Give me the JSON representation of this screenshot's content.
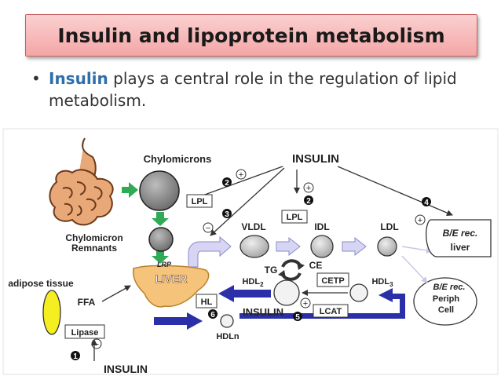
{
  "title": "Insulin and lipoprotein metabolism",
  "bullet": {
    "keyword": "Insulin",
    "rest": " plays a central role in the regulation of lipid metabolism."
  },
  "diagram": {
    "insulin_top": "INSULIN",
    "insulin_bottom": "INSULIN",
    "insulin_mid": "INSULIN",
    "chylomicrons": "Chylomicrons",
    "chylo_remnants_1": "Chylomicron",
    "chylo_remnants_2": "Remnants",
    "lrp": "LRP",
    "liver": "LIVER",
    "adipose": "adipose tissue",
    "ffa": "FFA",
    "lipase": "Lipase",
    "lpl_1": "LPL",
    "lpl_2": "LPL",
    "vldl": "VLDL",
    "idl": "IDL",
    "ldl": "LDL",
    "tg": "TG",
    "ce": "CE",
    "cetp": "CETP",
    "hdl2": "HDL",
    "hdl2_sub": "2",
    "hdl3": "HDL",
    "hdl3_sub": "3",
    "hl": "HL",
    "lcat": "LCAT",
    "hdln": "HDLn",
    "be_rec_liver_1": "B/E rec.",
    "be_rec_liver_2": "liver",
    "be_rec_periph_1": "B/E rec.",
    "be_rec_periph_2": "Periph",
    "be_rec_periph_3": "Cell",
    "n1": "1",
    "n2": "2",
    "n3": "3",
    "n4": "4",
    "n5": "5",
    "n6": "6",
    "plus": "+",
    "minus": "−"
  },
  "colors": {
    "title_fill": "#f4a6a6",
    "keyword": "#2e6eaa",
    "arrow_blue": "#2b2fa8",
    "arrow_green": "#2faa55",
    "liver": "#f5c37a",
    "adipose": "#f5ee20",
    "particle": "#8a8a8a"
  }
}
